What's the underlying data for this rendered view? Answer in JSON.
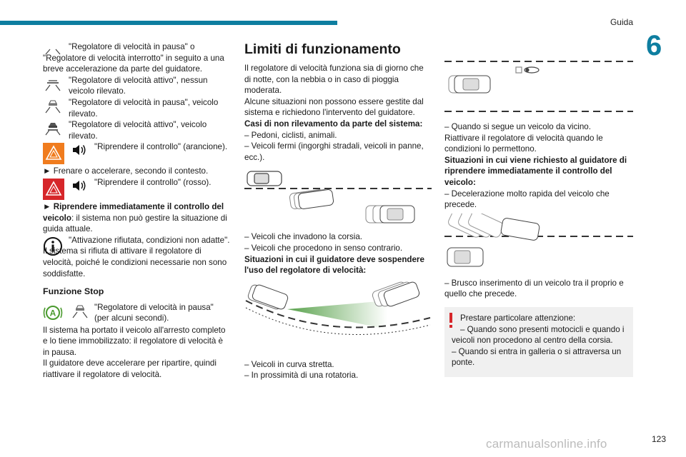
{
  "header": {
    "section": "Guida",
    "chapter": "6",
    "page": "123",
    "watermark": "carmanualsonline.info"
  },
  "col1": {
    "p1": "\"Regolatore di velocità in pausa\" o \"Regolatore di velocità interrotto\" in seguito a una breve accelerazione da parte del guidatore.",
    "p2": "\"Regolatore di velocità attivo\", nessun veicolo rilevato.",
    "p3": "\"Regolatore di velocità in pausa\", veicolo rilevato.",
    "p4": "\"Regolatore di velocità attivo\", veicolo rilevato.",
    "p5": "\"Riprendere il controllo\" (arancione).",
    "p6": "► Frenare o accelerare, secondo il contesto.",
    "p7": "\"Riprendere il controllo\" (rosso).",
    "p8_bold": "► Riprendere immediatamente il controllo del veicolo",
    "p8_rest": ": il sistema non può gestire la situazione di guida attuale.",
    "p9": "\"Attivazione rifiutata, condizioni non adatte\". Il sistema si rifiuta di attivare il regolatore di velocità, poiché le condizioni necessarie non sono soddisfatte.",
    "h_stop": "Funzione Stop",
    "p10": "\"Regolatore di velocità in pausa\" (per alcuni secondi).",
    "p11": "Il sistema ha portato il veicolo all'arresto completo e lo tiene immobilizzato: il regolatore di velocità è in pausa.",
    "p12": "Il guidatore deve accelerare per ripartire, quindi riattivare il regolatore di velocità."
  },
  "col2": {
    "title": "Limiti di funzionamento",
    "p1": "Il regolatore di velocità funziona sia di giorno che di notte, con la nebbia o in caso di pioggia moderata.",
    "p2": "Alcune situazioni non possono essere gestite dal sistema e richiedono l'intervento del guidatore.",
    "h1": "Casi di non rilevamento da parte del sistema:",
    "l1": "– Pedoni, ciclisti, animali.",
    "l2": "– Veicoli fermi (ingorghi stradali, veicoli in panne, ecc.).",
    "l3": "– Veicoli che invadono la corsia.",
    "l4": "– Veicoli che procedono in senso contrario.",
    "h2": "Situazioni in cui il guidatore deve sospendere l'uso del regolatore di velocità:",
    "l5": "– Veicoli in curva stretta.",
    "l6": "– In prossimità di una rotatoria."
  },
  "col3": {
    "l1": "– Quando si segue un veicolo da vicino.",
    "p1": "Riattivare il regolatore di velocità quando le condizioni lo permettono.",
    "h1": "Situazioni in cui viene richiesto al guidatore di riprendere immediatamente il controllo del veicolo:",
    "l2": "– Decelerazione molto rapida del veicolo che precede.",
    "l3": "– Brusco inserimento di un veicolo tra il proprio e quello che precede.",
    "note": {
      "title": "Prestare particolare attenzione:",
      "l1": "– Quando sono presenti motocicli e quando i veicoli non procedono al centro della corsia.",
      "l2": "– Quando si entra in galleria o si attraversa un ponte."
    }
  },
  "colors": {
    "accent": "#0e7ea0",
    "orange": "#f07c1e",
    "red": "#d6262a",
    "green": "#4a9a2e",
    "note_bg": "#f0f0f0"
  }
}
